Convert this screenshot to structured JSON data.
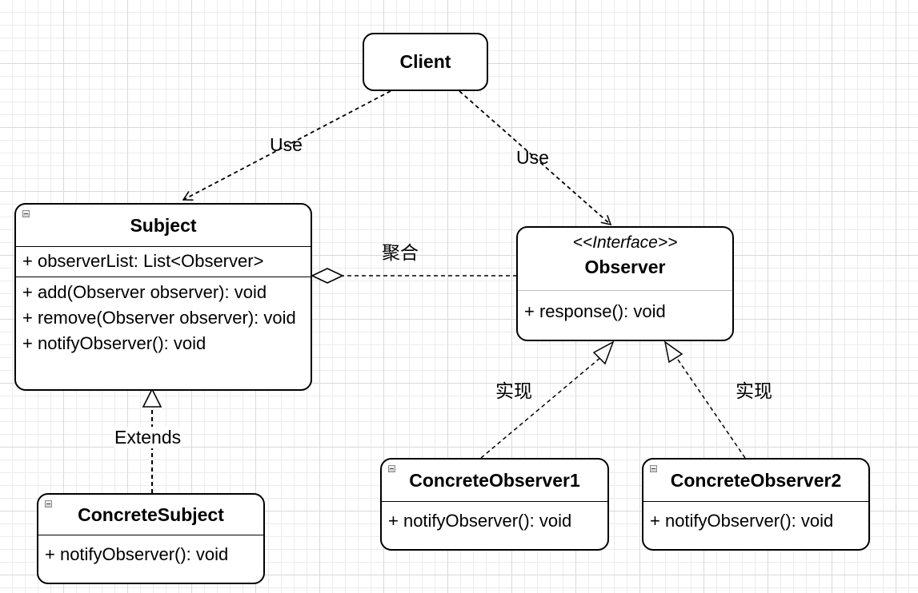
{
  "client": {
    "name": "Client"
  },
  "subject": {
    "name": "Subject",
    "attributes": [
      "+ observerList: List<Observer>"
    ],
    "methods": [
      "+ add(Observer observer): void",
      "+ remove(Observer observer): void",
      "+ notifyObserver(): void"
    ]
  },
  "observer": {
    "stereotype": "<<Interface>>",
    "name": "Observer",
    "methods": [
      "+ response(): void"
    ]
  },
  "concrete_subject": {
    "name": "ConcreteSubject",
    "methods": [
      "+ notifyObserver(): void"
    ]
  },
  "concrete_observer1": {
    "name": "ConcreteObserver1",
    "methods": [
      "+ notifyObserver(): void"
    ]
  },
  "concrete_observer2": {
    "name": "ConcreteObserver2",
    "methods": [
      "+ notifyObserver(): void"
    ]
  },
  "edges": {
    "client_subject": "Use",
    "client_observer": "Use",
    "aggregation": "聚合",
    "extends": "Extends",
    "realize1": "实现",
    "realize2": "实现"
  }
}
